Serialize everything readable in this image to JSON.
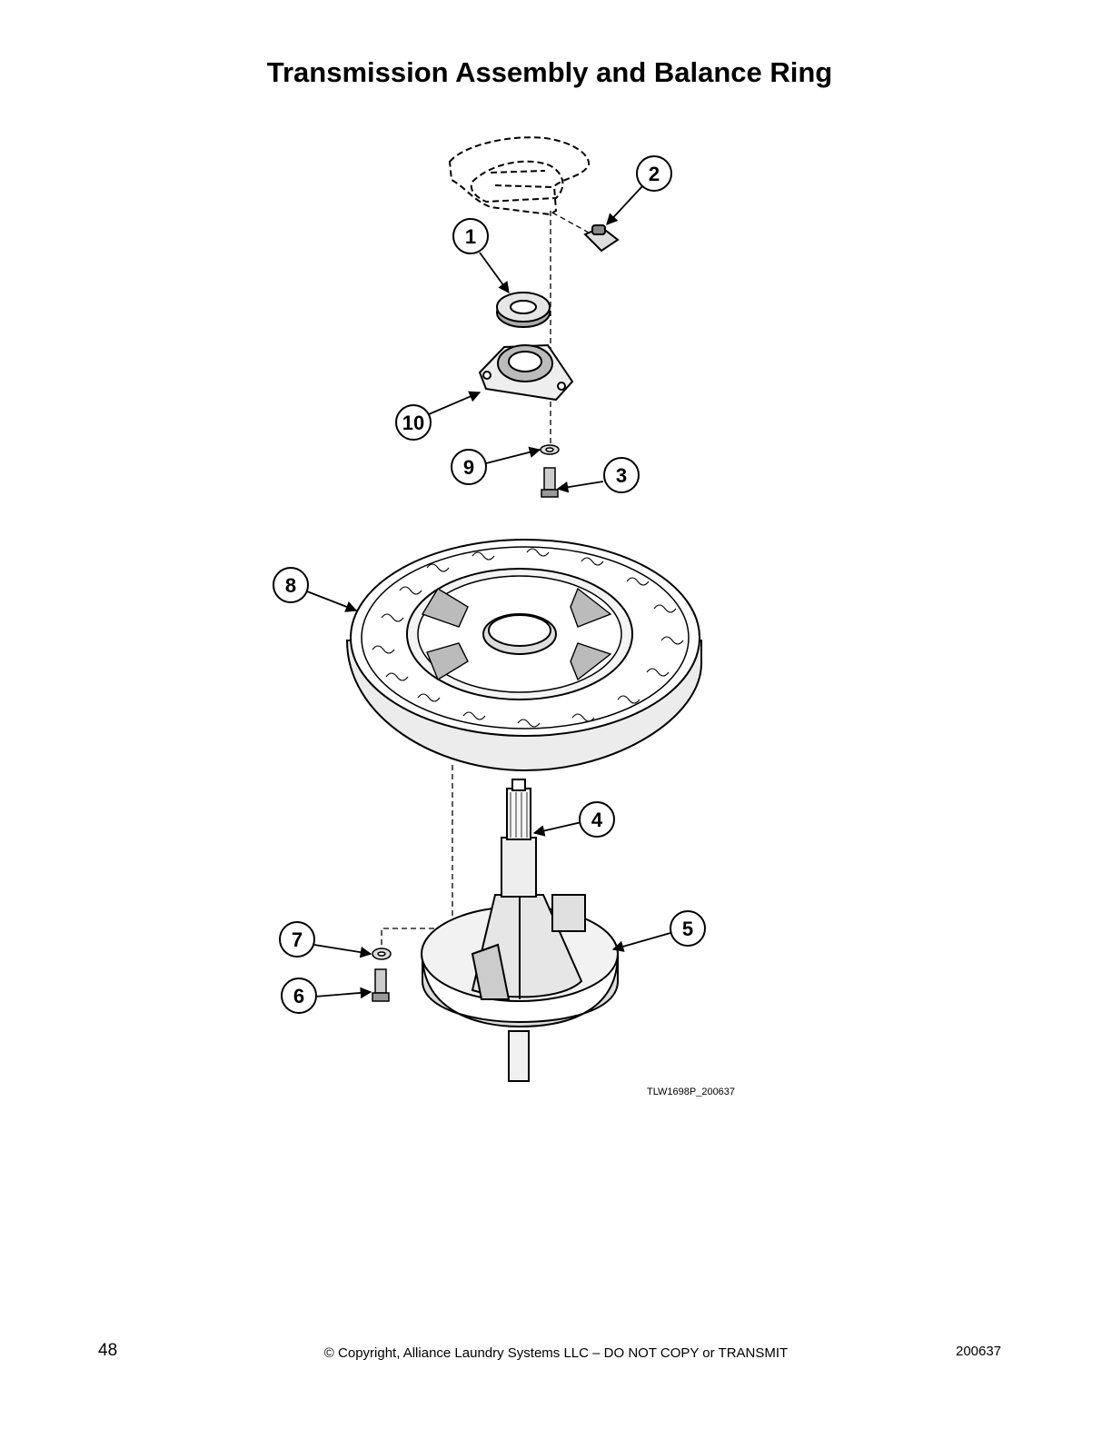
{
  "title": "Transmission Assembly and Balance Ring",
  "callouts": [
    {
      "label": "1"
    },
    {
      "label": "2"
    },
    {
      "label": "3"
    },
    {
      "label": "4"
    },
    {
      "label": "5"
    },
    {
      "label": "6"
    },
    {
      "label": "7"
    },
    {
      "label": "8"
    },
    {
      "label": "9"
    },
    {
      "label": "10"
    }
  ],
  "figure_code": "TLW1698P_200637",
  "footer": {
    "page_number": "48",
    "copyright": "© Copyright, Alliance Laundry Systems LLC – DO NOT COPY or TRANSMIT",
    "doc_number": "200637"
  }
}
